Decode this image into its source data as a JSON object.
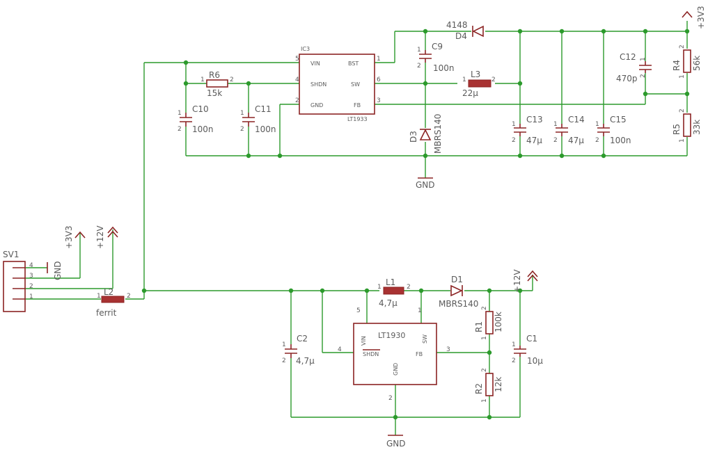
{
  "connector": {
    "name": "SV1",
    "pins": [
      "4",
      "3",
      "2",
      "1"
    ]
  },
  "power": {
    "gnd": "GND",
    "v33": "+3V3",
    "v12": "+12V"
  },
  "components": {
    "L2": {
      "name": "L2",
      "value": "ferrit"
    },
    "C2": {
      "name": "C2",
      "value": "4,7µ"
    },
    "L1": {
      "name": "L1",
      "value": "4,7µ"
    },
    "D1": {
      "name": "D1",
      "value": "MBRS140"
    },
    "R1": {
      "name": "R1",
      "value": "100k"
    },
    "R2": {
      "name": "R2",
      "value": "12k"
    },
    "C1": {
      "name": "C1",
      "value": "10µ"
    },
    "R6": {
      "name": "R6",
      "value": "15k"
    },
    "C10": {
      "name": "C10",
      "value": "100n"
    },
    "C11": {
      "name": "C11",
      "value": "100n"
    },
    "C9": {
      "name": "C9",
      "value": "100n"
    },
    "D4": {
      "name": "D4",
      "value": "4148"
    },
    "L3": {
      "name": "L3",
      "value": "22µ"
    },
    "D3": {
      "name": "D3",
      "value": "MBRS140"
    },
    "C13": {
      "name": "C13",
      "value": "47µ"
    },
    "C14": {
      "name": "C14",
      "value": "47µ"
    },
    "C15": {
      "name": "C15",
      "value": "100n"
    },
    "C12": {
      "name": "C12",
      "value": "470p"
    },
    "R4": {
      "name": "R4",
      "value": "56k"
    },
    "R5": {
      "name": "R5",
      "value": "33k"
    }
  },
  "ic_lt1930": {
    "name": "LT1930",
    "vin": "VIN",
    "sw": "SW",
    "shdn": "SHDN",
    "fb": "FB",
    "gnd": "GND",
    "p5": "5",
    "p1": "1",
    "p4": "4",
    "p3": "3",
    "p2": "2"
  },
  "ic_lt1933": {
    "ref": "IC3",
    "name": "LT1933",
    "vin": "VIN",
    "bst": "BST",
    "shdn": "SHDN",
    "sw": "SW",
    "gnd": "GND",
    "fb": "FB",
    "p5": "5",
    "p1": "1",
    "p4": "4",
    "p6": "6",
    "p2": "2",
    "p3": "3"
  },
  "pins": {
    "one": "1",
    "two": "2"
  }
}
